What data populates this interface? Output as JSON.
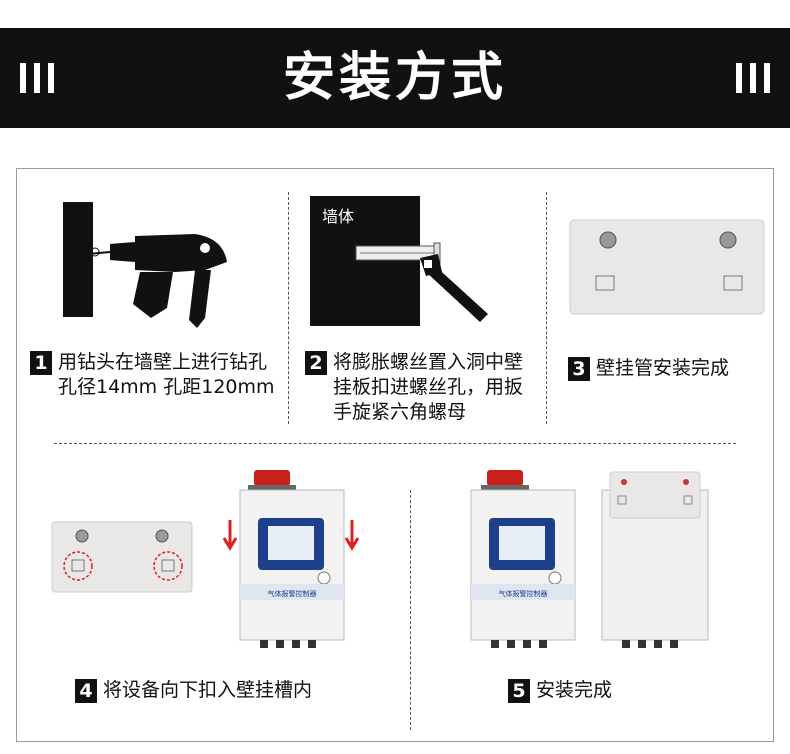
{
  "header": {
    "title": "安装方式"
  },
  "steps": [
    {
      "num": "1",
      "lines": [
        "用钻头在墙壁上进行钻孔",
        "孔径14mm 孔距120mm"
      ]
    },
    {
      "num": "2",
      "lines": [
        "将膨胀螺丝置入洞中壁",
        "挂板扣进螺丝孔，用扳",
        "手旋紧六角螺母"
      ]
    },
    {
      "num": "3",
      "lines": [
        "壁挂管安装完成"
      ]
    },
    {
      "num": "4",
      "lines": [
        "将设备向下扣入壁挂槽内"
      ]
    },
    {
      "num": "5",
      "lines": [
        "安装完成"
      ]
    }
  ],
  "wall_label": "墙体",
  "device_label": "气体报警控制器",
  "colors": {
    "header_bg": "#111111",
    "arrow": "#e02020",
    "device_panel": "#1e3f8a",
    "beacon": "#c8201c"
  },
  "icons": [
    "drill-icon",
    "wrench-icon",
    "expansion-bolt-icon"
  ]
}
